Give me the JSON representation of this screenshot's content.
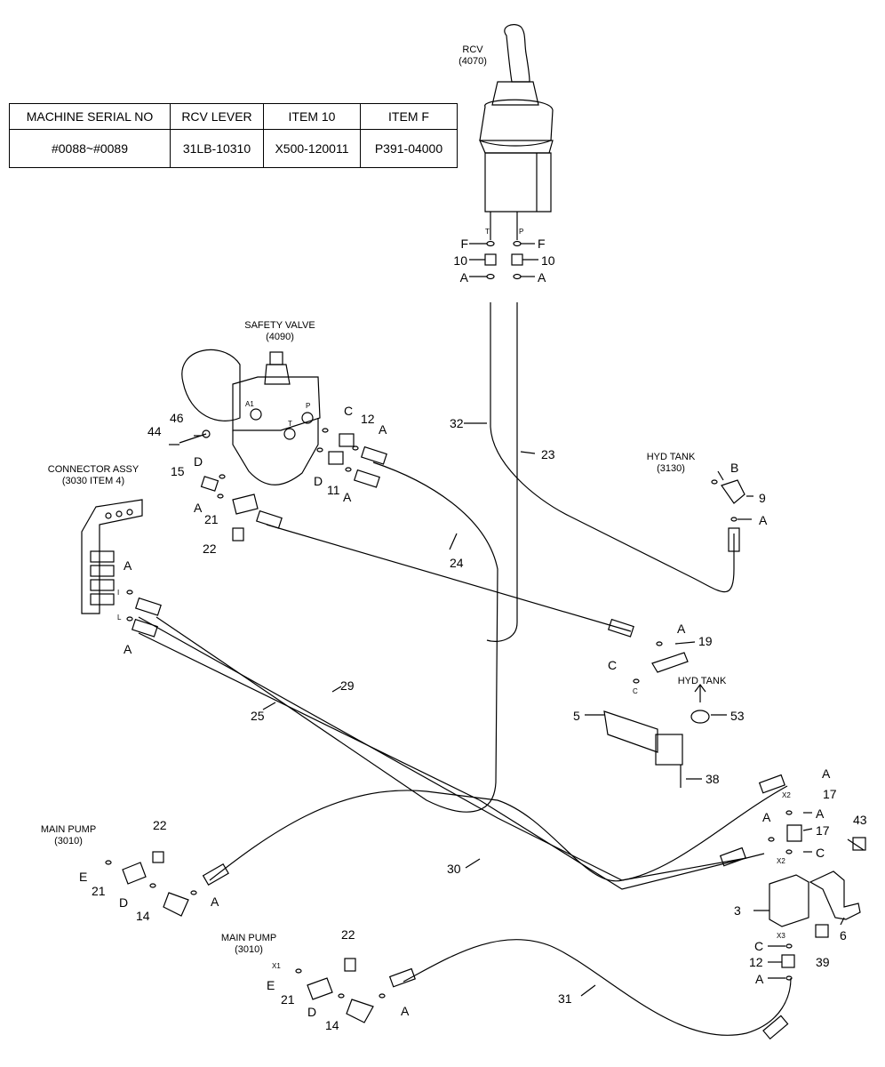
{
  "table": {
    "headers": [
      "MACHINE SERIAL NO",
      "RCV LEVER",
      "ITEM 10",
      "ITEM F"
    ],
    "row": [
      "#0088~#0089",
      "31LB-10310",
      "X500-120011",
      "P391-04000"
    ]
  },
  "components": {
    "rcv": {
      "name": "RCV",
      "code": "(4070)"
    },
    "safety_valve": {
      "name": "SAFETY VALVE",
      "code": "(4090)"
    },
    "connector_assy": {
      "name": "CONNECTOR ASSY",
      "code": "(3030 ITEM 4)"
    },
    "hyd_tank": {
      "name": "HYD TANK",
      "code": "(3130)"
    },
    "hyd_tank_arrow": {
      "name": "HYD TANK"
    },
    "main_pump_1": {
      "name": "MAIN PUMP",
      "code": "(3010)"
    },
    "main_pump_2": {
      "name": "MAIN PUMP",
      "code": "(3010)"
    }
  },
  "port_labels": {
    "t": "T",
    "p": "P",
    "a1": "A1",
    "sv_p": "P",
    "sv_t": "T",
    "ca_i": "I",
    "ca_l": "L",
    "x2_a": "X2",
    "x2_b": "X2",
    "x3": "X3",
    "x1": "X1",
    "c_small": "C"
  },
  "callouts": {
    "f_left": "F",
    "f_right": "F",
    "n10_left": "10",
    "n10_right": "10",
    "a_left": "A",
    "a_right": "A",
    "n32": "32",
    "n23": "23",
    "n24": "24",
    "n46": "46",
    "n44": "44",
    "n15": "15",
    "d_1": "D",
    "c_1": "C",
    "n12_1": "12",
    "a_1": "A",
    "d_2": "D",
    "n11": "11",
    "a_2": "A",
    "a_3": "A",
    "n21_1": "21",
    "n22_1": "22",
    "a_4": "A",
    "a_5": "A",
    "b": "B",
    "n9": "9",
    "a_6": "A",
    "a_7": "A",
    "n19": "19",
    "c_2": "C",
    "n5": "5",
    "n53": "53",
    "n38": "38",
    "n29": "29",
    "n25": "25",
    "n30": "30",
    "n31": "31",
    "a_8": "A",
    "n17_a": "17",
    "a_9": "A",
    "a_10": "A",
    "n17_b": "17",
    "c_3": "C",
    "n43": "43",
    "n3": "3",
    "n6": "6",
    "c_4": "C",
    "n12_2": "12",
    "n39": "39",
    "a_11": "A",
    "n22_2": "22",
    "e_1": "E",
    "n21_2": "21",
    "d_3": "D",
    "n14_1": "14",
    "a_12": "A",
    "n22_3": "22",
    "e_2": "E",
    "n21_3": "21",
    "d_4": "D",
    "n14_2": "14",
    "a_13": "A"
  },
  "colors": {
    "line": "#000000",
    "background": "#ffffff"
  }
}
